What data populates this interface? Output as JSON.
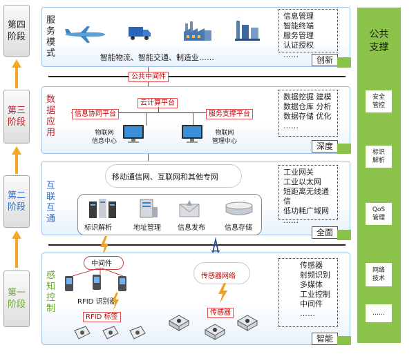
{
  "stages": [
    {
      "name": "stage-4",
      "lines": [
        "第四",
        "阶段"
      ],
      "color": "#222222"
    },
    {
      "name": "stage-3",
      "lines": [
        "第三",
        "阶段"
      ],
      "color": "#c0202a"
    },
    {
      "name": "stage-2",
      "lines": [
        "第二",
        "阶段"
      ],
      "color": "#2f6fd0"
    },
    {
      "name": "stage-1",
      "lines": [
        "第一",
        "阶段"
      ],
      "color": "#6aaa2a"
    }
  ],
  "layers": {
    "service": {
      "title": "服务模式",
      "caption": "智能物流、智能交通、制造业……",
      "side": "信息管理\n智能终端\n服务管理\n认证授权\n……",
      "tag": "创新"
    },
    "data": {
      "title": "数据应用",
      "side": "数据挖掘  建模\n数据仓库  分析\n数据存储  优化\n……",
      "tag": "深度",
      "public_middleware": "公共中间件",
      "cloud_platform": "云计算平台",
      "info_platform": "信息协同平台",
      "service_platform": "服务支撑平台",
      "info_center": "物联网\n信息中心",
      "mgmt_center": "物联网\n管理中心"
    },
    "network": {
      "title": "互联互通",
      "cloud_text": "移动通信网、互联网和其他专网",
      "side": "工业网关\n工业以太网\n短距离无线通信\n低功耗广域网\n……",
      "tag": "全面",
      "items": [
        "标识解析",
        "地址管理",
        "信息发布",
        "信息存储"
      ]
    },
    "sensing": {
      "title": "感知控制",
      "middleware": "中间件",
      "rfid_reader": "RFID 识别器",
      "rfid_tag": "RFID 标签",
      "sensor_network": "传感器网络",
      "sensor": "传感器",
      "side": "传感器\n射频识别\n多媒体\n工业控制\n中间件\n……",
      "tag": "智能"
    }
  },
  "support": {
    "title": "公共\n支撑",
    "items": [
      "安全\n管控",
      "标识\n解析",
      "QoS\n管理",
      "网络\n技术",
      "……"
    ]
  },
  "colors": {
    "accent_green": "#8bc34a",
    "layer_border": "#9cc4ea",
    "red": "#c00000",
    "arrow": "#f7a823"
  }
}
